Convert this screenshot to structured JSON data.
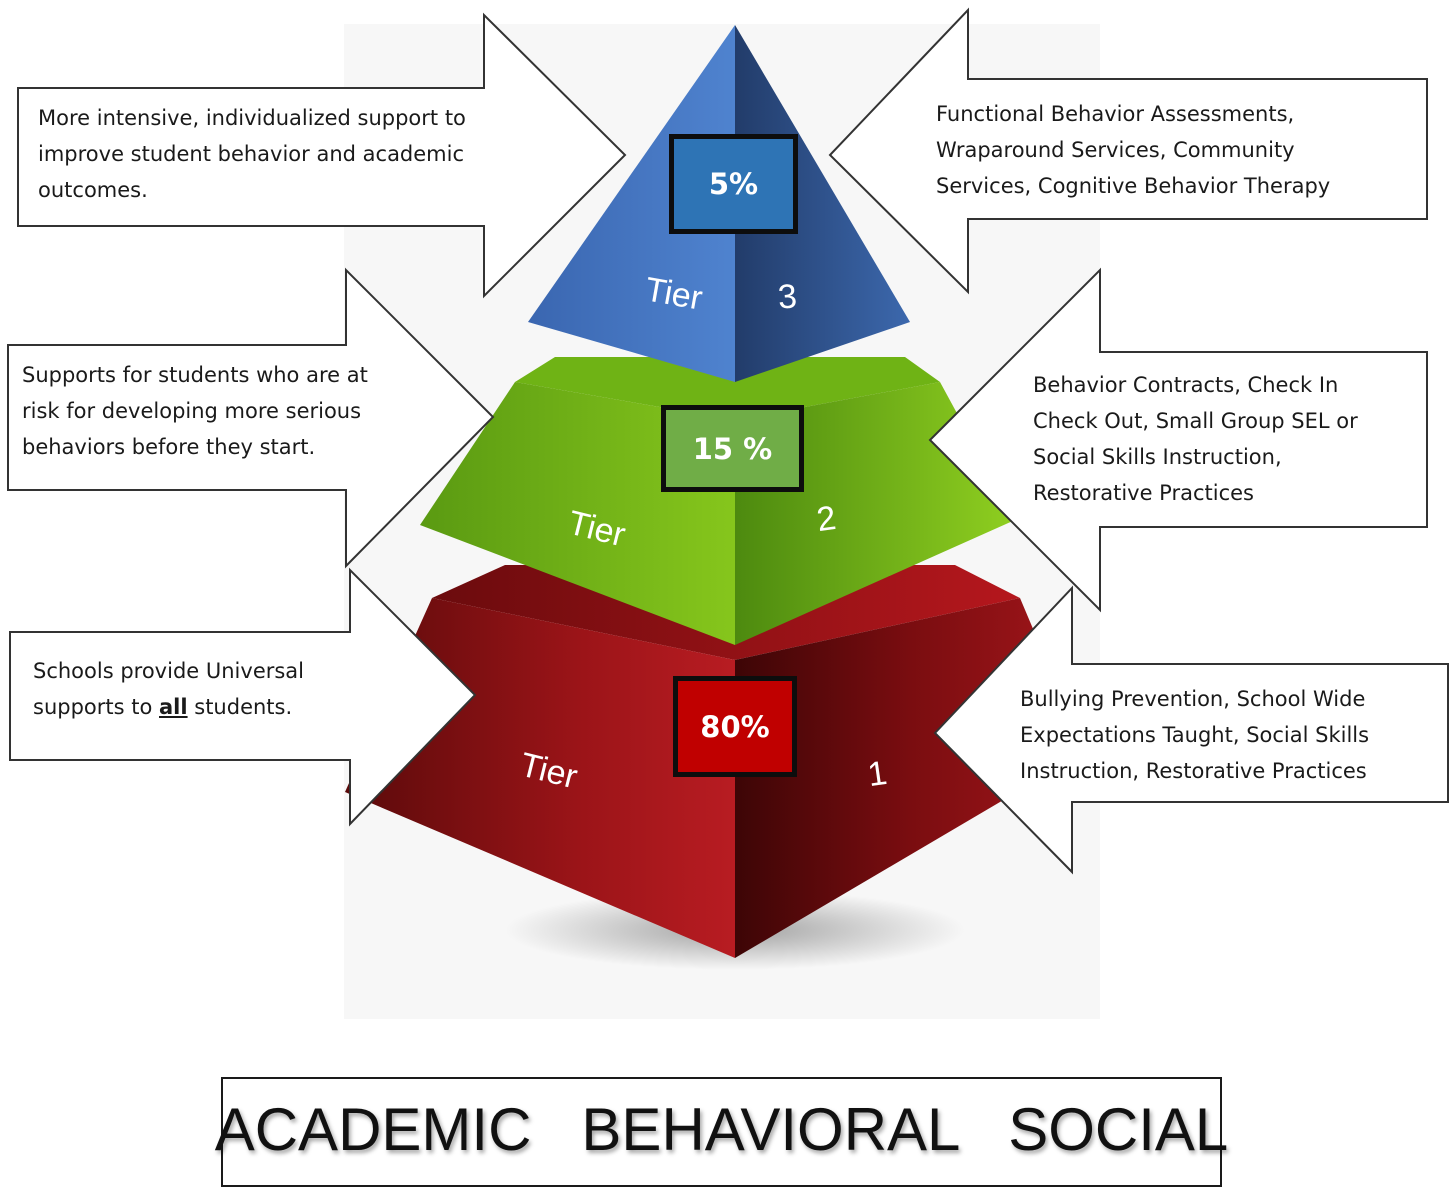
{
  "callouts": {
    "tier3_left": "More intensive, individualized support to improve  student behavior and academic outcomes.",
    "tier3_right": "Functional Behavior Assessments, Wraparound Services, Community Services, Cognitive Behavior Therapy",
    "tier2_left": "Supports for students who are at risk for developing more serious behaviors before they start.",
    "tier2_right": "Behavior Contracts, Check In Check Out, Small Group SEL or Social Skills Instruction, Restorative Practices",
    "tier1_left_before": "Schools provide Universal supports to ",
    "tier1_left_emphasis": "all",
    "tier1_left_after": " students.",
    "tier1_right": "Bullying Prevention, School Wide Expectations Taught, Social Skills Instruction, Restorative Practices"
  },
  "pyramid": {
    "tiers": [
      {
        "word": "Tier",
        "number": "3",
        "percent": "5%",
        "color": "#2e74b5"
      },
      {
        "word": "Tier",
        "number": "2",
        "percent": "15 %",
        "color": "#70ad47"
      },
      {
        "word": "Tier",
        "number": "1",
        "percent": "80%",
        "color": "#c00000"
      }
    ]
  },
  "footer": "ACADEMIC   BEHAVIORAL   SOCIAL"
}
